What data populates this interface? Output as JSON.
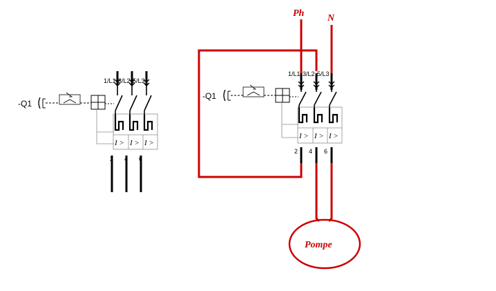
{
  "left_breaker": {
    "designation": "-Q1",
    "top_terminals": [
      "1/L1",
      "3/L2",
      "5/L3"
    ],
    "bottom_terminals": [
      "2",
      "4",
      "6"
    ],
    "trip_labels": [
      "I >",
      "I >",
      "I >"
    ]
  },
  "right_breaker": {
    "designation": "-Q1",
    "top_terminals": [
      "1/L1",
      "3/L2",
      "5/L3"
    ],
    "bottom_terminals": [
      "2",
      "4",
      "6"
    ],
    "trip_labels": [
      "I >",
      "I >",
      "I >"
    ]
  },
  "supply": {
    "phase_label": "Ph",
    "neutral_label": "N"
  },
  "load": {
    "label": "Pompe"
  },
  "colors": {
    "wiring": "#cc0000",
    "symbol": "#000000",
    "frame": "#8c8c8c"
  }
}
